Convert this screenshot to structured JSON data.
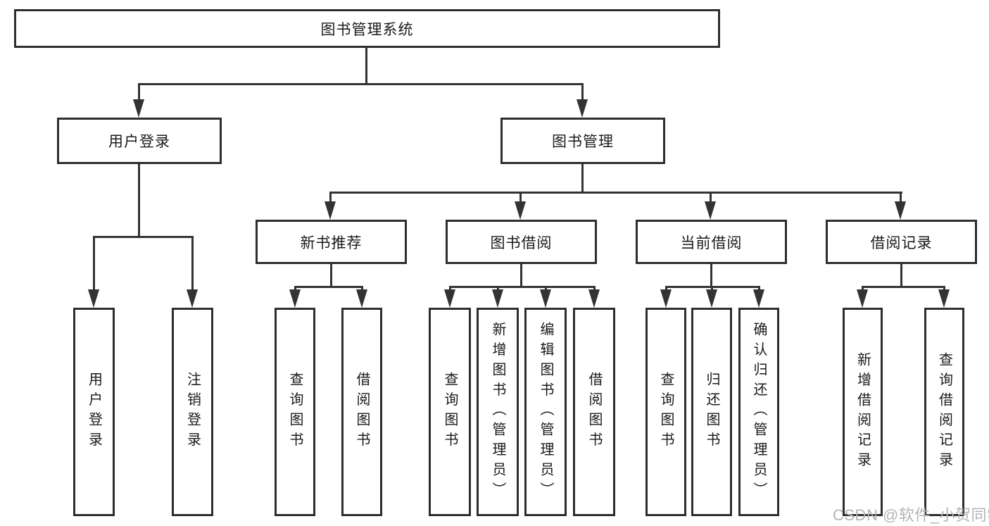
{
  "colors": {
    "background": "#ffffff",
    "line": "#333333",
    "box_border": "#2e2e2e",
    "text": "#1a1a1a",
    "watermark": "#b4b4b4"
  },
  "diagram": {
    "root": {
      "label": "图书管理系统"
    },
    "level2": {
      "user_login": {
        "label": "用户登录"
      },
      "book_mgmt": {
        "label": "图书管理"
      }
    },
    "level3": {
      "new_book_rec": {
        "label": "新书推荐"
      },
      "book_borrow": {
        "label": "图书借阅"
      },
      "current_borrow": {
        "label": "当前借阅"
      },
      "borrow_records": {
        "label": "借阅记录"
      }
    },
    "leaves": {
      "user_login_1": {
        "label": "用户登录"
      },
      "user_login_2": {
        "label": "注销登录"
      },
      "new_book_rec_1": {
        "label": "查询图书"
      },
      "new_book_rec_2": {
        "label": "借阅图书"
      },
      "book_borrow_1": {
        "label": "查询图书"
      },
      "book_borrow_2": {
        "label": "新增图书（管理员）"
      },
      "book_borrow_3": {
        "label": "编辑图书（管理员）"
      },
      "book_borrow_4": {
        "label": "借阅图书"
      },
      "current_borrow_1": {
        "label": "查询图书"
      },
      "current_borrow_2": {
        "label": "归还图书"
      },
      "current_borrow_3": {
        "label": "确认归还（管理员）"
      },
      "borrow_records_1": {
        "label": "新增借阅记录"
      },
      "borrow_records_2": {
        "label": "查询借阅记录"
      }
    }
  },
  "watermark": {
    "text": "CSDN @软件_小贺同学"
  }
}
